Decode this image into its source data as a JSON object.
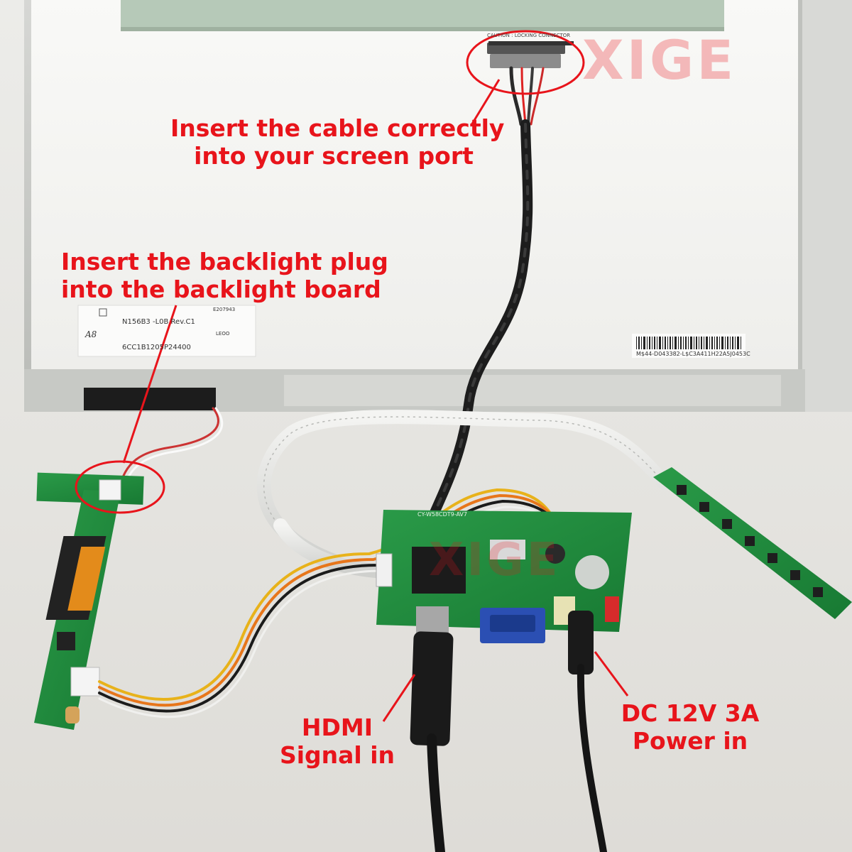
{
  "callouts": {
    "cable": [
      "Insert the cable correctly",
      "into your screen port"
    ],
    "backlight": [
      "Insert the backlight plug",
      "into the backlight board"
    ],
    "hdmi": [
      "HDMI",
      "Signal in"
    ],
    "power": [
      "DC 12V 3A",
      "Power in"
    ]
  },
  "watermarks": {
    "top": "XIGE",
    "board": "XIGE"
  },
  "panel_labels": {
    "model": "N156B3 -L0B  Rev.C1",
    "serial": "6CC1B1205P24400",
    "barcode_text": "M$44-D043382-L$C3A411H22A5J0453C",
    "leoo": "LEOO",
    "cert": "E207943",
    "signature": "A8",
    "connector_warning": "CAUTION : LOCKING CONNECTOR"
  },
  "board_labels": {
    "controller_model": "CY-W58CDT9-AV7"
  },
  "colors": {
    "callout_red": "#e8141b",
    "pcb_green": "#1e8a3e",
    "panel_white": "#f7f7f5",
    "bezel_metal": "#c9cbc8"
  }
}
